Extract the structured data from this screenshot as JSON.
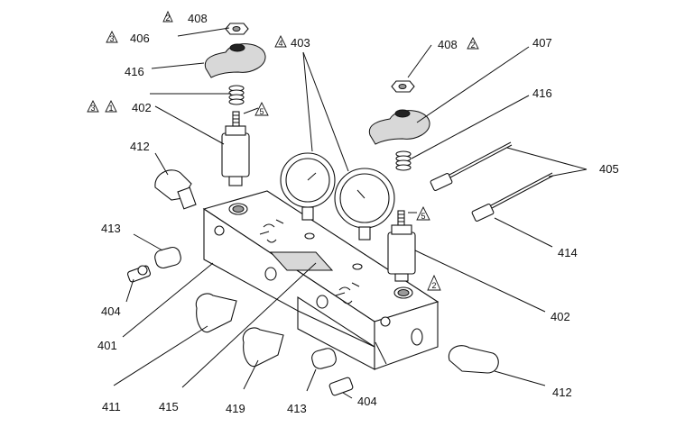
{
  "figure": {
    "part_labels": {
      "p401": "401",
      "p402a": "402",
      "p402b": "402",
      "p403": "403",
      "p404a": "404",
      "p404b": "404",
      "p405": "405",
      "p406": "406",
      "p407": "407",
      "p408a": "408",
      "p408b": "408",
      "p411": "411",
      "p412a": "412",
      "p412b": "412",
      "p413a": "413",
      "p413b": "413",
      "p414": "414",
      "p415": "415",
      "p416a": "416",
      "p416b": "416",
      "p419": "419"
    },
    "triangle_markers": {
      "t2_408": "2",
      "t3_406": "3",
      "t3_402": "3",
      "t1_402": "1",
      "t5_left": "5",
      "t4_403": "4",
      "t2_408r": "2",
      "t5_right": "5",
      "t2_block": "2"
    }
  }
}
